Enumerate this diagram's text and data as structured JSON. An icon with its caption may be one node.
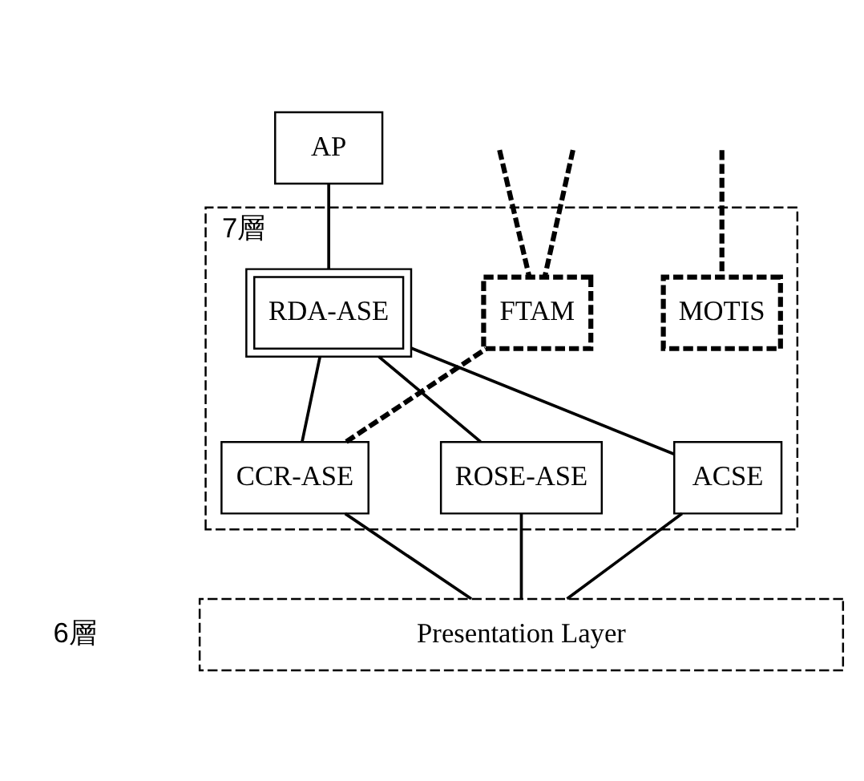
{
  "diagram": {
    "nodes": [
      {
        "text": [
          "AP"
        ]
      },
      {
        "text": [
          "7層"
        ]
      },
      {
        "text": [
          "RDA-ASE"
        ],
        "in": 1
      },
      {
        "text": [
          "FTAM"
        ],
        "in": 1
      },
      {
        "text": [
          "MOTIS"
        ],
        "in": 1
      },
      {
        "text": [
          "ROSE-ASE"
        ],
        "in": 1
      },
      {
        "text": [
          "CCR-ASE"
        ],
        "in": 1
      },
      {
        "text": [
          "ACSE"
        ],
        "in": 1
      },
      {
        "text": [
          "Presentation Layer"
        ],
        "beside": [
          "6層"
        ]
      }
    ],
    "edges": [
      {
        "from": 0,
        "to": 2,
        "arrow": "none"
      },
      {
        "from": 2,
        "to": 5,
        "arrow": "none"
      },
      {
        "from": 2,
        "to": 7,
        "arrow": "none"
      },
      {
        "from": 2,
        "to": 6,
        "arrow": "none"
      },
      {
        "from": 6,
        "to": 3,
        "arrow": "none",
        "style": "dashed"
      },
      {
        "from": 3,
        "to": null,
        "arrow": "none",
        "style": "dashed"
      },
      {
        "from": 3,
        "to": null,
        "arrow": "none",
        "style": "dashed"
      },
      {
        "from": 4,
        "to": null,
        "arrow": "none",
        "style": "dashed"
      },
      {
        "from": 5,
        "to": 8,
        "arrow": "none"
      },
      {
        "from": 7,
        "to": 8,
        "arrow": "none"
      },
      {
        "from": 6,
        "to": 8,
        "arrow": "none"
      }
    ]
  }
}
